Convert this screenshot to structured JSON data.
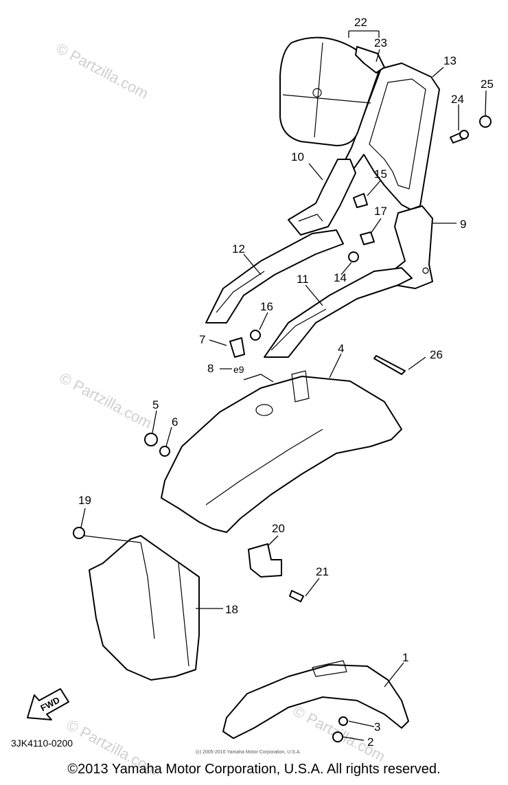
{
  "diagram": {
    "drawing_code": "3JK4110-0200",
    "small_credit": "(c) 2005-2016 Yamaha Motor Corporation, U.S.A.",
    "fwd_label": "FWD",
    "watermark": "© Partzilla.com",
    "callouts": [
      {
        "id": "1",
        "label": "1"
      },
      {
        "id": "2",
        "label": "2"
      },
      {
        "id": "3",
        "label": "3"
      },
      {
        "id": "4",
        "label": "4"
      },
      {
        "id": "5",
        "label": "5"
      },
      {
        "id": "6",
        "label": "6"
      },
      {
        "id": "7",
        "label": "7"
      },
      {
        "id": "8",
        "label": "8"
      },
      {
        "id": "9",
        "label": "9"
      },
      {
        "id": "10",
        "label": "10"
      },
      {
        "id": "11",
        "label": "11"
      },
      {
        "id": "12",
        "label": "12"
      },
      {
        "id": "13",
        "label": "13"
      },
      {
        "id": "14",
        "label": "14"
      },
      {
        "id": "15",
        "label": "15"
      },
      {
        "id": "16",
        "label": "16"
      },
      {
        "id": "17",
        "label": "17"
      },
      {
        "id": "18",
        "label": "18"
      },
      {
        "id": "19",
        "label": "19"
      },
      {
        "id": "20",
        "label": "20"
      },
      {
        "id": "21",
        "label": "21"
      },
      {
        "id": "22",
        "label": "22"
      },
      {
        "id": "23",
        "label": "23"
      },
      {
        "id": "24",
        "label": "24"
      },
      {
        "id": "25",
        "label": "25"
      },
      {
        "id": "26",
        "label": "26"
      }
    ]
  },
  "footer": {
    "copyright": "©2013 Yamaha Motor Corporation, U.S.A. All rights reserved."
  }
}
